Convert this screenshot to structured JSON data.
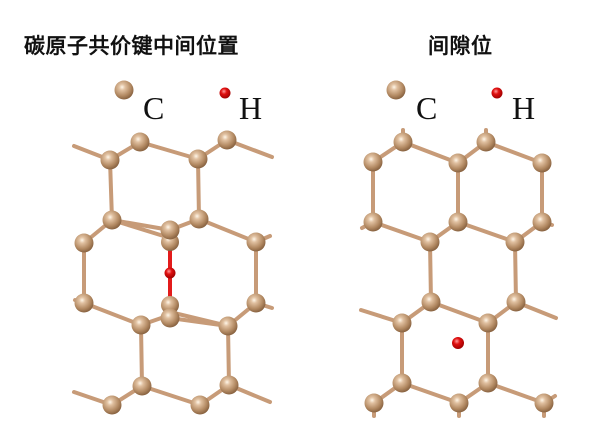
{
  "panels": [
    {
      "title": "碳原子共价键中间位置",
      "legend": [
        {
          "symbol": "C",
          "atom": "carbon",
          "color": "#b38a63"
        },
        {
          "symbol": "H",
          "atom": "hydrogen",
          "color": "#e01010"
        }
      ],
      "site": "bond-center"
    },
    {
      "title": "间隙位",
      "legend": [
        {
          "symbol": "C",
          "atom": "carbon",
          "color": "#b38a63"
        },
        {
          "symbol": "H",
          "atom": "hydrogen",
          "color": "#e01010"
        }
      ],
      "site": "interstitial"
    }
  ],
  "colors": {
    "carbon": "#b38a63",
    "carbon_highlight": "#f7ead9",
    "bond": "#c79b78",
    "hydrogen": "#e01010",
    "hydrogen_bond": "#e31b1b"
  }
}
